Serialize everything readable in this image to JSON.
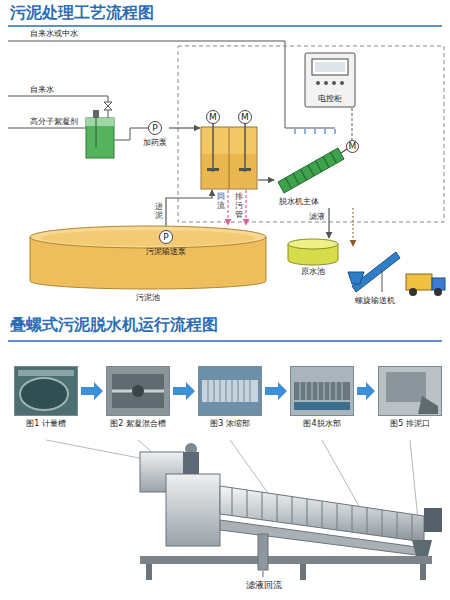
{
  "diagram": {
    "title": "污泥处理工艺流程图",
    "nodes": [
      {
        "text": [
          "P",
          "加药泵"
        ]
      },
      {
        "text": [
          "M",
          "M"
        ]
      },
      {
        "text": [
          "电控柜"
        ]
      },
      {
        "text": [
          "M",
          "脱水机主体"
        ]
      },
      {
        "text": [
          "原水池"
        ]
      },
      {
        "text": [
          "螺旋输送机"
        ]
      },
      {
        "text": [
          "污泥池"
        ]
      },
      {
        "text": [
          "P",
          "污泥输送泵"
        ],
        "in": 6
      },
      {
        "text": [
          "图1 计量槽"
        ]
      },
      {
        "text": [
          "图2 絮凝混合槽"
        ]
      },
      {
        "text": [
          "图3 浓缩部"
        ]
      },
      {
        "text": [
          "图4脱水部"
        ]
      },
      {
        "text": [
          "图5 排泥口"
        ]
      }
    ],
    "edges": [
      {
        "from": 0,
        "to": 1,
        "arrow": "to"
      },
      {
        "from": 7,
        "to": 1,
        "label": "进泥",
        "arrow": "to"
      },
      {
        "from": 1,
        "to": 6,
        "label": "回流",
        "arrow": "to"
      },
      {
        "from": 1,
        "to": 6,
        "label": "排污管",
        "arrow": "to"
      },
      {
        "from": 1,
        "to": 3,
        "arrow": "to"
      },
      {
        "from": 3,
        "to": 4,
        "label": "滤液",
        "arrow": "to"
      },
      {
        "from": 3,
        "to": 5,
        "arrow": "to"
      },
      {
        "from": 2,
        "to": 3,
        "arrow": "none"
      },
      {
        "from": 8,
        "to": 9,
        "arrow": "to"
      },
      {
        "from": 9,
        "to": 10,
        "arrow": "to"
      },
      {
        "from": 10,
        "to": 11,
        "arrow": "to"
      },
      {
        "from": 11,
        "to": 12,
        "arrow": "to"
      }
    ],
    "labels": [
      "自来水或中水",
      "自来水",
      "高分子絮凝剂",
      "叠螺式污泥脱水机运行流程图",
      "滤液回流"
    ]
  }
}
